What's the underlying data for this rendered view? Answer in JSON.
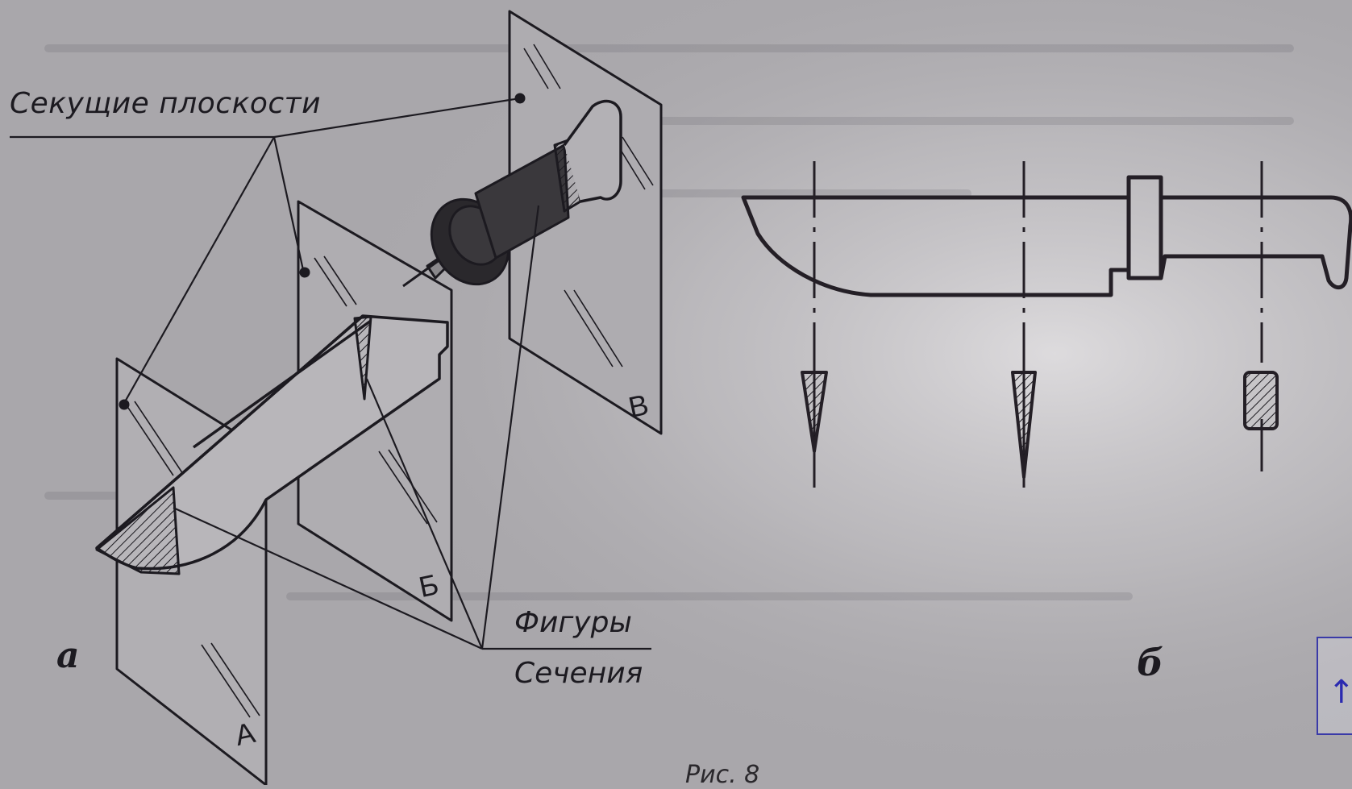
{
  "labels": {
    "cutting_planes": "Секущие плоскости",
    "figures": "Фигуры",
    "sections": "Сечения",
    "fig_a": "а",
    "fig_b": "б",
    "plane_a": "А",
    "plane_b": "Б",
    "plane_v": "В",
    "caption": "Рис. 8"
  },
  "icons": {
    "page_nav": "up-arrow-icon"
  },
  "colors": {
    "paper": "#a9a7ab",
    "ink": "#1c1a20",
    "nav_border": "#3a3aa8"
  }
}
